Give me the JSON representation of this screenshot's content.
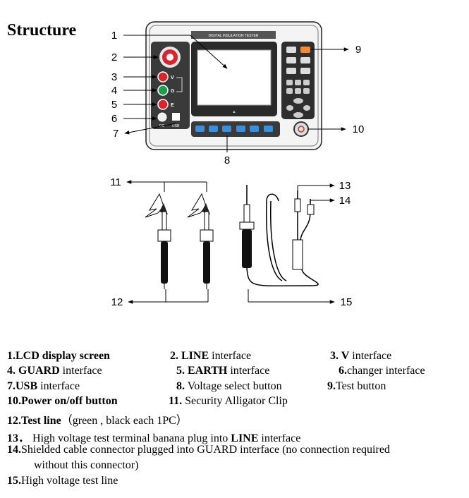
{
  "heading": "Structure",
  "device": {
    "brand_label": "DIGITAL INSULATION TESTER",
    "terminal_letters": [
      "V",
      "G",
      "E"
    ],
    "usb_label": "USB",
    "dc_label": "DC",
    "warn_glyph": "▲"
  },
  "callouts": [
    "1",
    "2",
    "3",
    "4",
    "5",
    "6",
    "7",
    "8",
    "9",
    "10",
    "11",
    "12",
    "13",
    "14",
    "15"
  ],
  "legend": [
    {
      "num": "1.",
      "bold": "LCD display screen",
      "rest": ""
    },
    {
      "num": "2.",
      "bold": "LINE",
      "rest": " interface"
    },
    {
      "num": "3.",
      "bold": "V",
      "rest": " interface"
    },
    {
      "num": "4.",
      "bold": "GUARD",
      "rest": " interface"
    },
    {
      "num": "5.",
      "bold": "EARTH",
      "rest": " interface"
    },
    {
      "num": "6.",
      "bold": "",
      "rest": "changer interface"
    },
    {
      "num": "7.",
      "bold": "USB",
      "rest": " interface"
    },
    {
      "num": "8.",
      "bold": "",
      "rest": " Voltage select button"
    },
    {
      "num": "9.",
      "bold": "",
      "rest": "Test button"
    },
    {
      "num": "10.",
      "bold": "Power on/off button",
      "rest": ""
    },
    {
      "num": "11.",
      "bold": "",
      "rest": " Security Alligator Clip"
    },
    {
      "num": "12.",
      "bold": "Test line",
      "rest": "（green , black each 1PC）"
    },
    {
      "num": "13．",
      "bold": "",
      "rest": " High voltage test terminal banana plug into ",
      "bold2": "LINE",
      "rest2": " interface"
    },
    {
      "num": "14.",
      "bold": "",
      "rest": "Shielded cable connector plugged into GUARD interface (no connection required"
    },
    {
      "num": "",
      "bold": "",
      "rest": "without this connector)"
    },
    {
      "num": "15.",
      "bold": "",
      "rest": "High voltage test line"
    }
  ]
}
